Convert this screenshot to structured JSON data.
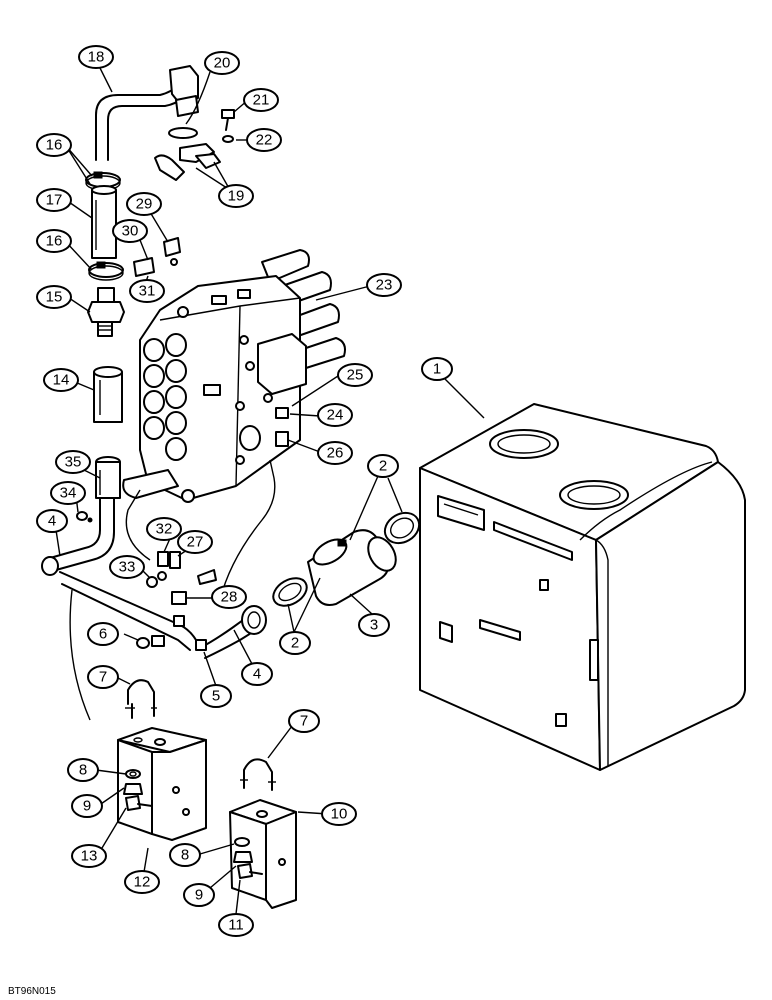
{
  "figure_code": "BT96N015",
  "callouts": {
    "c1": "1",
    "c2a": "2",
    "c2b": "2",
    "c3": "3",
    "c4a": "4",
    "c4b": "4",
    "c5": "5",
    "c6": "6",
    "c7a": "7",
    "c7b": "7",
    "c8a": "8",
    "c8b": "8",
    "c9a": "9",
    "c9b": "9",
    "c10": "10",
    "c11": "11",
    "c12": "12",
    "c13": "13",
    "c14": "14",
    "c15": "15",
    "c16a": "16",
    "c16b": "16",
    "c17": "17",
    "c18": "18",
    "c19": "19",
    "c20": "20",
    "c21": "21",
    "c22": "22",
    "c23": "23",
    "c24": "24",
    "c25": "25",
    "c26": "26",
    "c27": "27",
    "c28": "28",
    "c29": "29",
    "c30": "30",
    "c31": "31",
    "c32": "32",
    "c33": "33",
    "c34": "34",
    "c35": "35"
  }
}
